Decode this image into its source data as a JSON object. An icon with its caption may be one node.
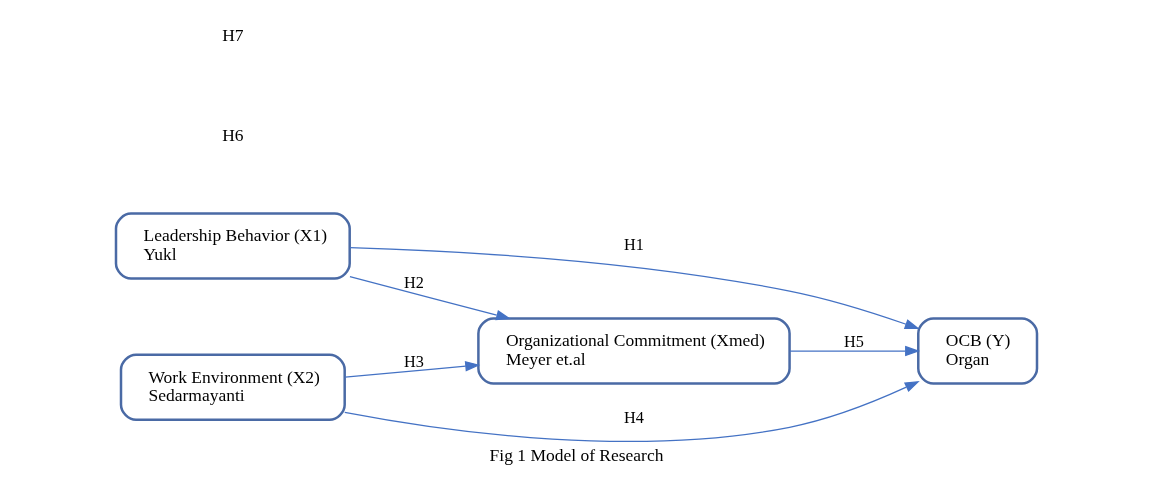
{
  "diagram": {
    "caption": "Fig 1 Model of Research",
    "nodes": [
      {
        "text": [
          "Leadership Behavior (X1)",
          "Yukl"
        ]
      },
      {
        "text": [
          "Organizational Commitment (Xmed)",
          "Meyer et.al"
        ]
      },
      {
        "text": [
          "OCB (Y)",
          "Organ"
        ]
      },
      {
        "text": [
          "Work Environment (X2)",
          "Sedarmayanti"
        ]
      }
    ],
    "edges": [
      {
        "from": 0,
        "to": 2,
        "arrow": "to",
        "label": "H1"
      },
      {
        "from": 0,
        "to": 1,
        "arrow": "to",
        "label": "H2"
      },
      {
        "from": 1,
        "to": 2,
        "arrow": "to",
        "label": "H5"
      },
      {
        "from": 3,
        "to": 2,
        "arrow": "to",
        "label": "H4"
      },
      {
        "from": 3,
        "to": 1,
        "arrow": "to",
        "label": "H3"
      }
    ],
    "labels": [
      "H6",
      "H7"
    ]
  }
}
